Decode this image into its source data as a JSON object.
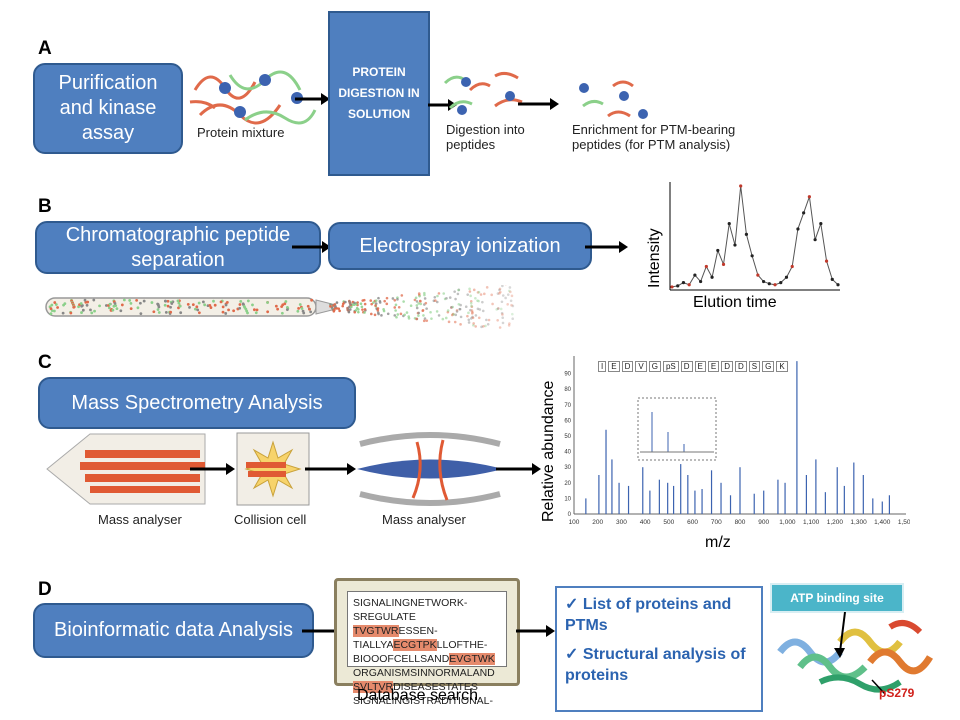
{
  "sections": {
    "a": {
      "letter": "A",
      "box_label": "Purification and kinase assay",
      "digest_box": "PROTEIN DIGESTION IN SOLUTION",
      "caption_mixture": "Protein mixture",
      "caption_digestion": "Digestion into\npeptides",
      "caption_enrichment": "Enrichment for PTM-bearing\npeptides (for PTM analysis)"
    },
    "b": {
      "letter": "B",
      "box_chromatographic": "Chromatographic peptide separation",
      "box_electrospray": "Electrospray ionization",
      "y_label": "Intensity",
      "x_label": "Elution time"
    },
    "c": {
      "letter": "C",
      "box_label": "Mass Spectrometry Analysis",
      "caption_analyser1": "Mass analyser",
      "caption_collision": "Collision cell",
      "caption_analyser2": "Mass analyser",
      "y_label": "Relative abundance",
      "x_label": "m/z",
      "sequence": [
        "I",
        "E",
        "D",
        "V",
        "G",
        "pS",
        "D",
        "E",
        "E",
        "D",
        "D",
        "S",
        "G",
        "K"
      ]
    },
    "d": {
      "letter": "D",
      "box_label": "Bioinformatic data Analysis",
      "screen_lines": [
        {
          "pre": "SIGNALINGNETWORK-",
          "hl": "",
          "post": ""
        },
        {
          "pre": "SREGULATE ",
          "hl": "TVGTWR",
          "post": "ESSEN-"
        },
        {
          "pre": "TIALLYA",
          "hl": "ECGTPK",
          "post": "LLOFTHE-"
        },
        {
          "pre": "BIOOOFCELLSAND",
          "hl": "EVGTWK",
          "post": ""
        },
        {
          "pre": "ORGANISMSINNORMALAND",
          "hl": "",
          "post": ""
        },
        {
          "pre": "",
          "hl": "SVLTVR",
          "post": "DISEASESTATES"
        },
        {
          "pre": "SIGNALINGISTRADITIONAL-",
          "hl": "",
          "post": ""
        }
      ],
      "caption_database": "Database search",
      "result_1": "✓ List of proteins and PTMs",
      "result_2": "✓ Structural analysis of proteins",
      "atp_label": "ATP binding site",
      "site_label": "pS279"
    }
  },
  "colors": {
    "box_blue": "#4f7fbf",
    "box_border": "#2f5a8f",
    "peptide_red": "#e06a4a",
    "peptide_green": "#8bd08a",
    "bead_blue": "#3c63b0",
    "highlight": "#e58a6c"
  },
  "chart_data": [
    {
      "type": "line",
      "x": [
        0,
        1,
        2,
        3,
        4,
        5,
        6,
        7,
        8,
        9,
        10,
        11,
        12,
        13,
        14,
        15,
        16,
        17,
        18,
        19,
        20,
        21,
        22,
        23,
        24,
        25,
        26,
        27,
        28,
        29
      ],
      "values": [
        1,
        2,
        5,
        3,
        12,
        6,
        20,
        10,
        35,
        22,
        60,
        40,
        95,
        50,
        30,
        12,
        6,
        4,
        3,
        5,
        10,
        20,
        55,
        70,
        85,
        45,
        60,
        25,
        8,
        3
      ],
      "xlabel": "Elution time",
      "ylabel": "Intensity"
    },
    {
      "type": "bar",
      "x_ticks": [
        "100",
        "200",
        "300",
        "400",
        "500",
        "600",
        "700",
        "800",
        "900",
        "1,000",
        "1,100",
        "1,200",
        "1,300",
        "1,400",
        "1,500"
      ],
      "y_ticks": [
        "0",
        "10",
        "20",
        "30",
        "40",
        "50",
        "60",
        "70",
        "80",
        "90"
      ],
      "x": [
        150,
        205,
        235,
        260,
        290,
        330,
        390,
        420,
        460,
        495,
        520,
        550,
        580,
        610,
        640,
        680,
        720,
        760,
        800,
        860,
        900,
        960,
        990,
        1040,
        1080,
        1120,
        1160,
        1210,
        1240,
        1280,
        1320,
        1360,
        1400,
        1430
      ],
      "values": [
        10,
        25,
        54,
        35,
        20,
        18,
        30,
        15,
        22,
        20,
        18,
        32,
        25,
        15,
        16,
        28,
        20,
        12,
        30,
        13,
        15,
        22,
        20,
        98,
        25,
        35,
        14,
        30,
        18,
        33,
        25,
        10,
        8,
        12
      ],
      "xlabel": "m/z",
      "ylabel": "Relative abundance",
      "xlim": [
        100,
        1500
      ],
      "ylim": [
        0,
        100
      ]
    }
  ]
}
